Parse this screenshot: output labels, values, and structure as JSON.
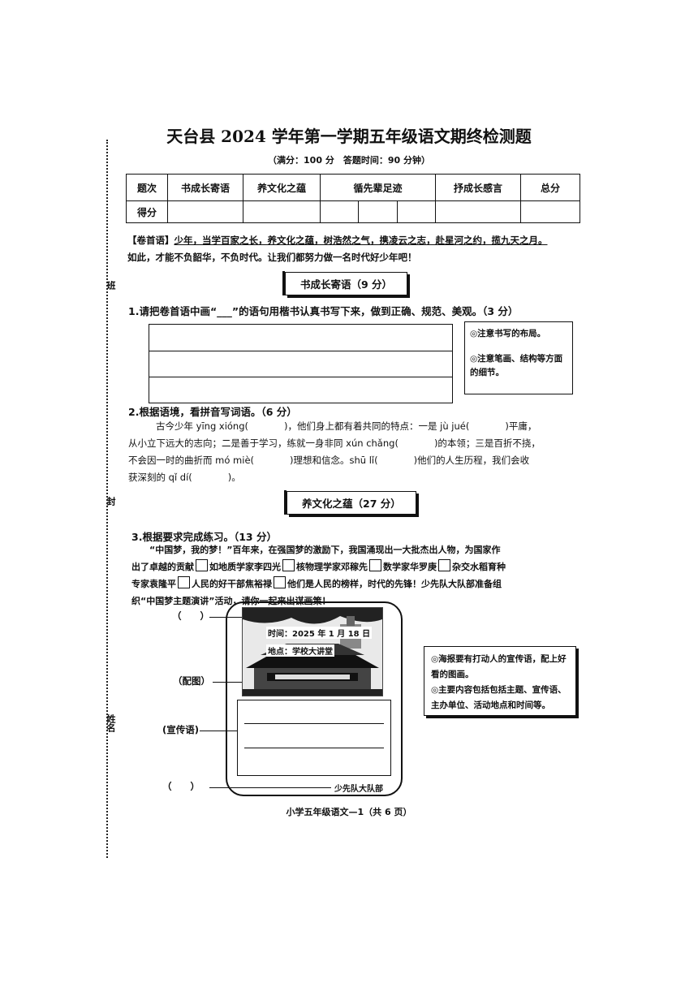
{
  "header": {
    "title": "天台县 2024 学年第一学期五年级语文期终检测题",
    "subtitle": "（满分：100 分　答题时间：90 分钟）"
  },
  "side_labels": [
    "班",
    "封",
    "姓名"
  ],
  "score_table": {
    "row_label_1": "题次",
    "columns": [
      "书成长寄语",
      "养文化之蕴",
      "循先辈足迹",
      "抒成长感言",
      "总分"
    ],
    "row_label_2": "得分"
  },
  "preface": {
    "lead": "【卷首语】",
    "underlined": "少年，当学百家之长，养文化之蕴，树浩然之气，携凌云之志，赴星河之约，揽九天之月。",
    "rest": "如此，才能不负韶华，不负时代。让我们都努力做一名时代好少年吧！"
  },
  "section1": {
    "banner": "书成长寄语（9 分）",
    "q1": "1.请把卷首语中画“___”的语句用楷书认真书写下来，做到正确、规范、美观。（3 分）",
    "tips": [
      "◎注意书写的布局。",
      "◎注意笔画、结构等方面的细节。"
    ],
    "q2": "2.根据语境，看拼音写词语。（6 分）",
    "q2_line1_a": "古今少年 yīng xióng(",
    "q2_line1_b": ")，他们身上都有着共同的特点：一是 jù jué(",
    "q2_line1_c": ")平庸，",
    "q2_line2_a": "从小立下远大的志向；二是善于学习，练就一身非同 xún chǎng(",
    "q2_line2_b": ")的本领；三是百折不挠，",
    "q2_line3_a": "不会因一时的曲折而 mó miè(",
    "q2_line3_b": ")理想和信念。shū lǐ(",
    "q2_line3_c": ")他们的人生历程，我们会收",
    "q2_line4_a": "获深刻的 qǐ dí(",
    "q2_line4_b": ")。"
  },
  "section2": {
    "banner": "养文化之蕴（27 分）",
    "q3": "3.根据要求完成练习。（13 分）",
    "p1": "“中国梦，我的梦！”百年来，在强国梦的激励下，我国涌现出一大批杰出人物，为国家作",
    "p2a": "出了卓越的贡献",
    "p2b": "如地质学家李四光",
    "p2c": "核物理学家邓稼先",
    "p2d": "数学家华罗庚",
    "p2e": "杂交水稻育种",
    "p3a": "专家袁隆平",
    "p3b": "人民的好干部焦裕禄",
    "p3c": "他们是人民的榜样，时代的先锋！少先队大队部准备组",
    "p4": "织“中国梦主题演讲”活动，请你一起来出谋画策！",
    "poster": {
      "time": "时间：2025 年 1 月 18 日",
      "place": "地点：学校大讲堂",
      "label_top": "（　　）",
      "label_image": "（配图）",
      "label_slogan": "(宣传语)",
      "label_bottom": "（　　）",
      "signature": "少先队大队部"
    },
    "notes": [
      "◎海报要有打动人的宣传语，配上好看的图画。",
      "◎主要内容包括包括主题、宣传语、主办单位、活动地点和时间等。"
    ]
  },
  "footer": "小学五年级语文—1（共 6 页）"
}
